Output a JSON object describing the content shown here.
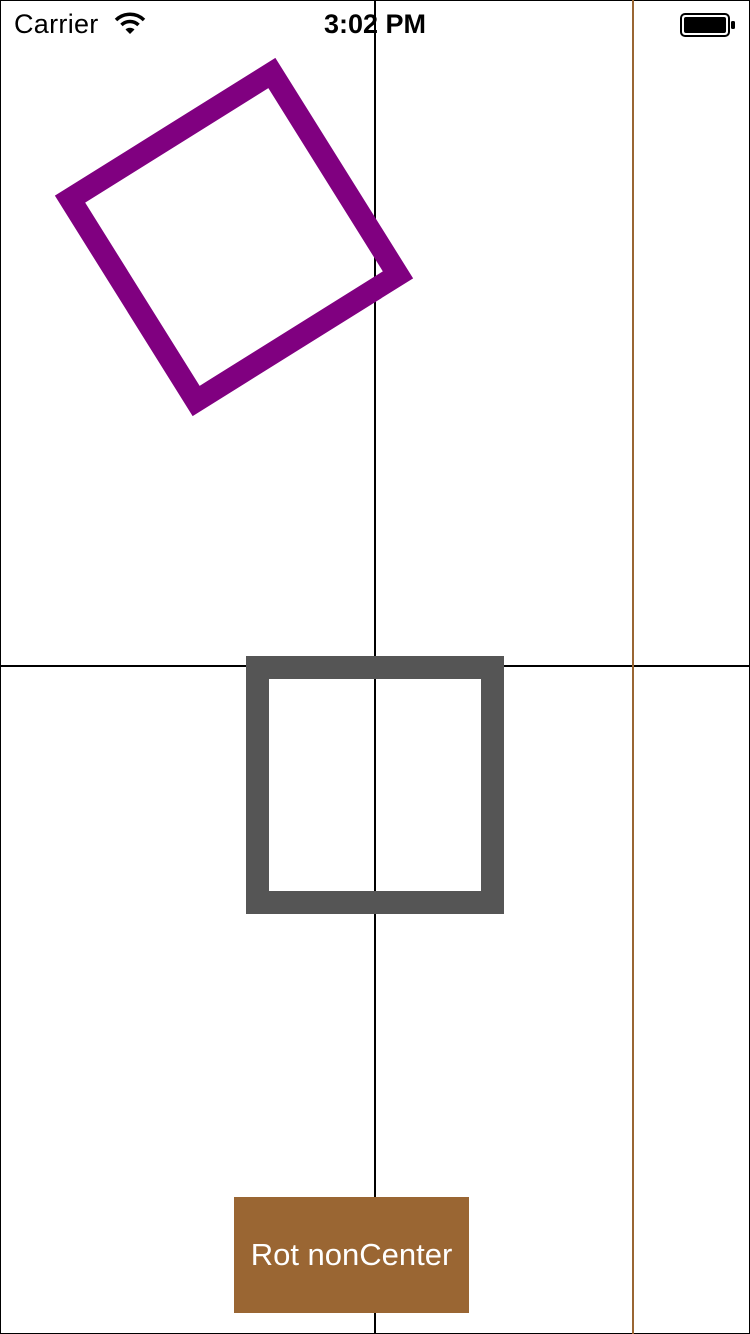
{
  "status_bar": {
    "carrier": "Carrier",
    "time": "3:02 PM",
    "wifi_icon": "wifi-icon",
    "battery_icon": "battery-icon"
  },
  "shapes": {
    "purple_square_color": "#800080",
    "gray_square_color": "#555555",
    "right_guide_color": "#9A6633",
    "center_guide_color": "#000000"
  },
  "button": {
    "label": "Rot nonCenter",
    "background": "#9A6633"
  }
}
